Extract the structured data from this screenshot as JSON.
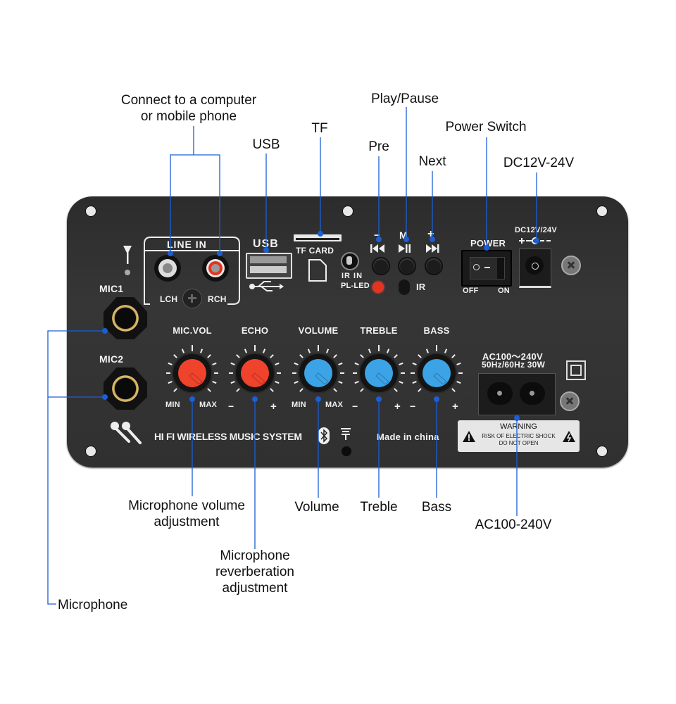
{
  "callouts": {
    "line_in": [
      "Connect to a computer",
      "or mobile phone"
    ],
    "usb": "USB",
    "tf": "TF",
    "play_pause": "Play/Pause",
    "pre": "Pre",
    "next": "Next",
    "power_switch": "Power Switch",
    "dc": "DC12V-24V",
    "mic_volume": [
      "Microphone volume",
      "adjustment"
    ],
    "mic_reverb": [
      "Microphone",
      "reverberation",
      "adjustment"
    ],
    "volume": "Volume",
    "treble": "Treble",
    "bass": "Bass",
    "ac": "AC100-240V",
    "microphone": "Microphone"
  },
  "panel": {
    "line_in": "LINE IN",
    "lch": "LCH",
    "rch": "RCH",
    "usb": "USB",
    "tf_card": "TF CARD",
    "ir_in": "IR IN",
    "pl_led": "PL-LED",
    "ir": "IR",
    "pre_sym": "−",
    "play_sym": "M",
    "next_sym": "+",
    "power": "POWER",
    "off": "OFF",
    "on": "ON",
    "dc_label": "DC12V/24V",
    "mic1": "MIC1",
    "mic2": "MIC2",
    "knobs": [
      {
        "name": "MIC.VOL",
        "left": "MIN",
        "right": "MAX",
        "color": "#f0432c"
      },
      {
        "name": "ECHO",
        "left": "−",
        "right": "+",
        "color": "#f0432c"
      },
      {
        "name": "VOLUME",
        "left": "MIN",
        "right": "MAX",
        "color": "#3ba3e6"
      },
      {
        "name": "TREBLE",
        "left": "−",
        "right": "+",
        "color": "#3ba3e6"
      },
      {
        "name": "BASS",
        "left": "−",
        "right": "+",
        "color": "#3ba3e6"
      }
    ],
    "ac_line1": "AC100～240V",
    "ac_line2": "50Hz/60Hz 30W",
    "brand": "HI FI WIRELESS MUSIC SYSTEM",
    "made_in": "Made in china",
    "warning_title": "WARNING",
    "warning_line1": "RISK OF ELECTRIC SHOCK",
    "warning_line2": "DO NOT OPEN"
  },
  "colors": {
    "leader": "#1a5fd6",
    "panel": "#333333",
    "red_knob": "#f0432c",
    "blue_knob": "#3ba3e6",
    "gold_ring": "#c9a14a"
  }
}
